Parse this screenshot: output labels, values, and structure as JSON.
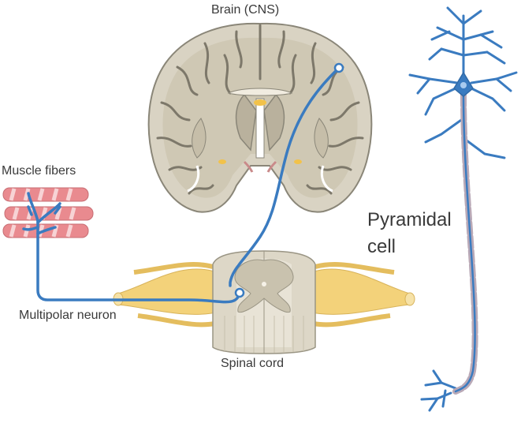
{
  "labels": {
    "brain": "Brain (CNS)",
    "muscle": "Muscle fibers",
    "multipolar": "Multipolar neuron",
    "spinal": "Spinal cord",
    "pyramidal_line1": "Pyramidal",
    "pyramidal_line2": "cell"
  },
  "colors": {
    "neuron_blue": "#3a7bc0",
    "brain_fill": "#d9d3c3",
    "brain_outline": "#8a8678",
    "nerve_yellow": "#f3d27a",
    "muscle_red": "#e98a8f",
    "myelin": "#b9a9b7"
  }
}
